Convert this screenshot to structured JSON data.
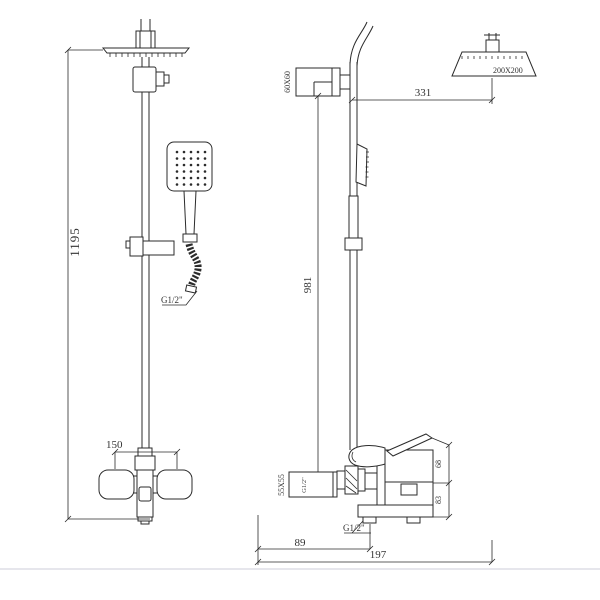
{
  "title": "shower-column-technical-drawing",
  "colors": {
    "line": "#2b2b2b",
    "background": "#ffffff",
    "text": "#333333"
  },
  "front_view": {
    "overall_height": "1195",
    "handle_spacing": "150",
    "hose_connector_thread": "G1/2\""
  },
  "side_view": {
    "head_size": "200X200",
    "spray_arm_offset": "331",
    "wall_bracket_size": "60X60",
    "riser_height": "981",
    "wall_flange_size": "55X55",
    "inlet_thread": "G1/2\"",
    "upper_body_height": "68",
    "lower_body_height": "83",
    "outlet_thread": "G1/2\"",
    "outlet_offset": "89",
    "overall_depth": "197"
  }
}
